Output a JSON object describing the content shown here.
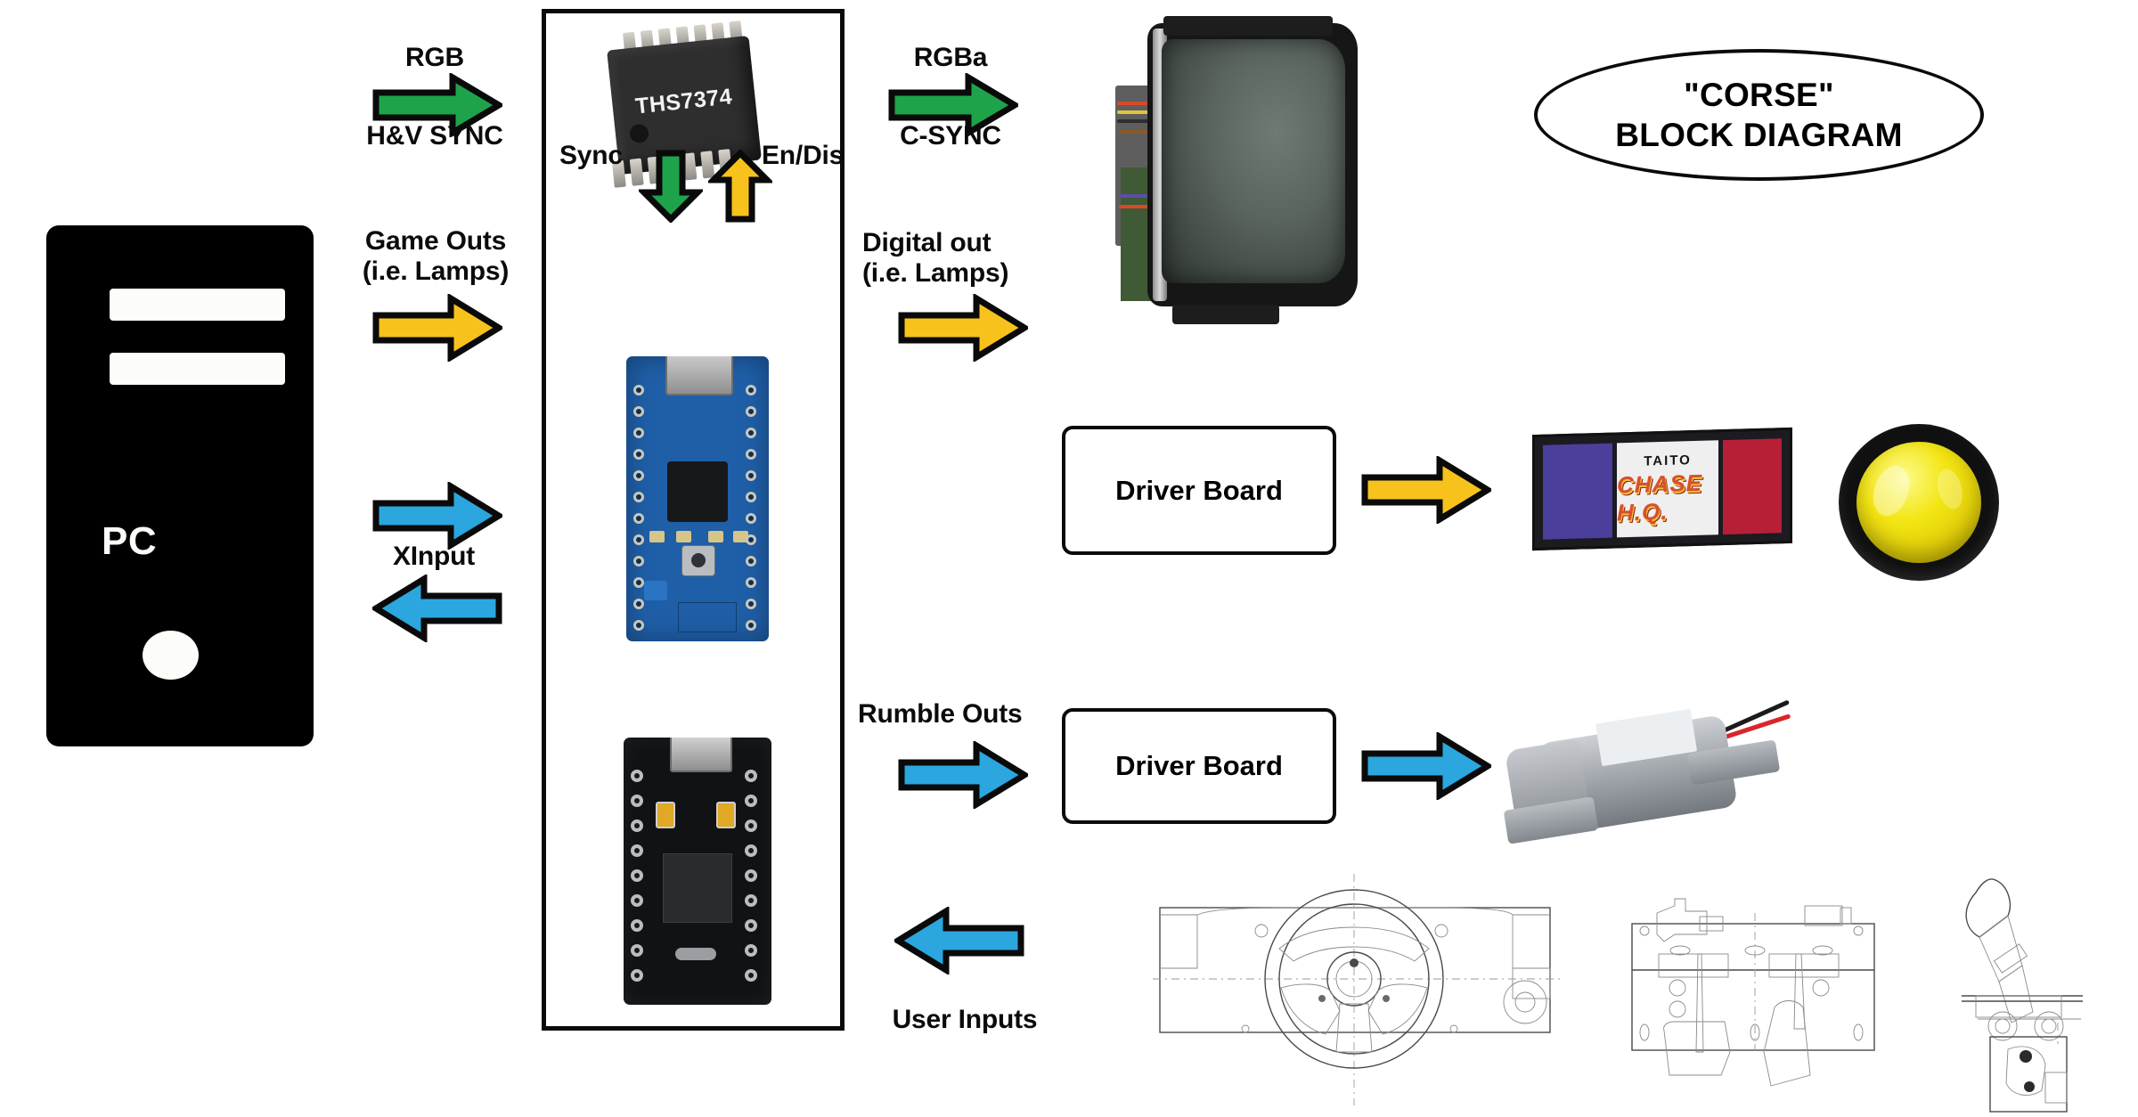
{
  "title": {
    "text": "\"CORSE\"\nBLOCK DIAGRAM"
  },
  "colors": {
    "green_arrow": "#1EA34A",
    "yellow_arrow": "#F7C21C",
    "blue_arrow": "#2BA6DE",
    "outline": "#0A0A0A",
    "pc_body": "#000000",
    "background": "#FFFFFF"
  },
  "pc": {
    "label": "PC"
  },
  "labels": {
    "rgb": "RGB",
    "hv_sync": "H&V SYNC",
    "game_outs": "Game Outs\n(i.e. Lamps)",
    "xinput": "XInput",
    "sync": "Sync",
    "en_dis": "En/Dis",
    "rgba": "RGBa",
    "c_sync": "C-SYNC",
    "digital_out": "Digital out\n(i.e. Lamps)",
    "rumble_outs": "Rumble Outs",
    "user_inputs": "User Inputs"
  },
  "components": {
    "video_amp": "THS7374",
    "driver_board_1": "Driver Board",
    "driver_board_2": "Driver Board"
  },
  "marquee": {
    "brand": "TAITO",
    "game": "CHASE H.Q."
  },
  "arrows": [
    {
      "name": "rgb-hv-sync-arrow",
      "color": "#1EA34A",
      "direction": "right"
    },
    {
      "name": "game-outs-arrow",
      "color": "#F7C21C",
      "direction": "right"
    },
    {
      "name": "xinput-out-arrow",
      "color": "#2BA6DE",
      "direction": "right"
    },
    {
      "name": "xinput-in-arrow",
      "color": "#2BA6DE",
      "direction": "left"
    },
    {
      "name": "sync-arrow",
      "color": "#1EA34A",
      "direction": "down"
    },
    {
      "name": "en-dis-arrow",
      "color": "#F7C21C",
      "direction": "up"
    },
    {
      "name": "rgba-c-sync-arrow",
      "color": "#1EA34A",
      "direction": "right"
    },
    {
      "name": "digital-out-arrow",
      "color": "#F7C21C",
      "direction": "right"
    },
    {
      "name": "driver-to-lamp-arrow",
      "color": "#F7C21C",
      "direction": "right"
    },
    {
      "name": "rumble-outs-arrow",
      "color": "#2BA6DE",
      "direction": "right"
    },
    {
      "name": "driver-to-motor-arrow",
      "color": "#2BA6DE",
      "direction": "right"
    },
    {
      "name": "user-inputs-arrow",
      "color": "#2BA6DE",
      "direction": "left"
    }
  ],
  "images": {
    "video_amp_chip": "ths7374-chip-photo",
    "crt_monitor": "crt-monitor-photo",
    "arduino_nano": "arduino-nano-photo",
    "pro_micro": "pro-micro-photo",
    "arcade_marquee": "chase-hq-marquee-photo",
    "arcade_button": "yellow-arcade-button-photo",
    "vibration_motor": "vibration-motor-photo",
    "steering_wheel_drawing": "steering-wheel-blueprint",
    "pedals_drawing": "pedals-blueprint",
    "shifter_drawing": "gear-shifter-blueprint"
  }
}
